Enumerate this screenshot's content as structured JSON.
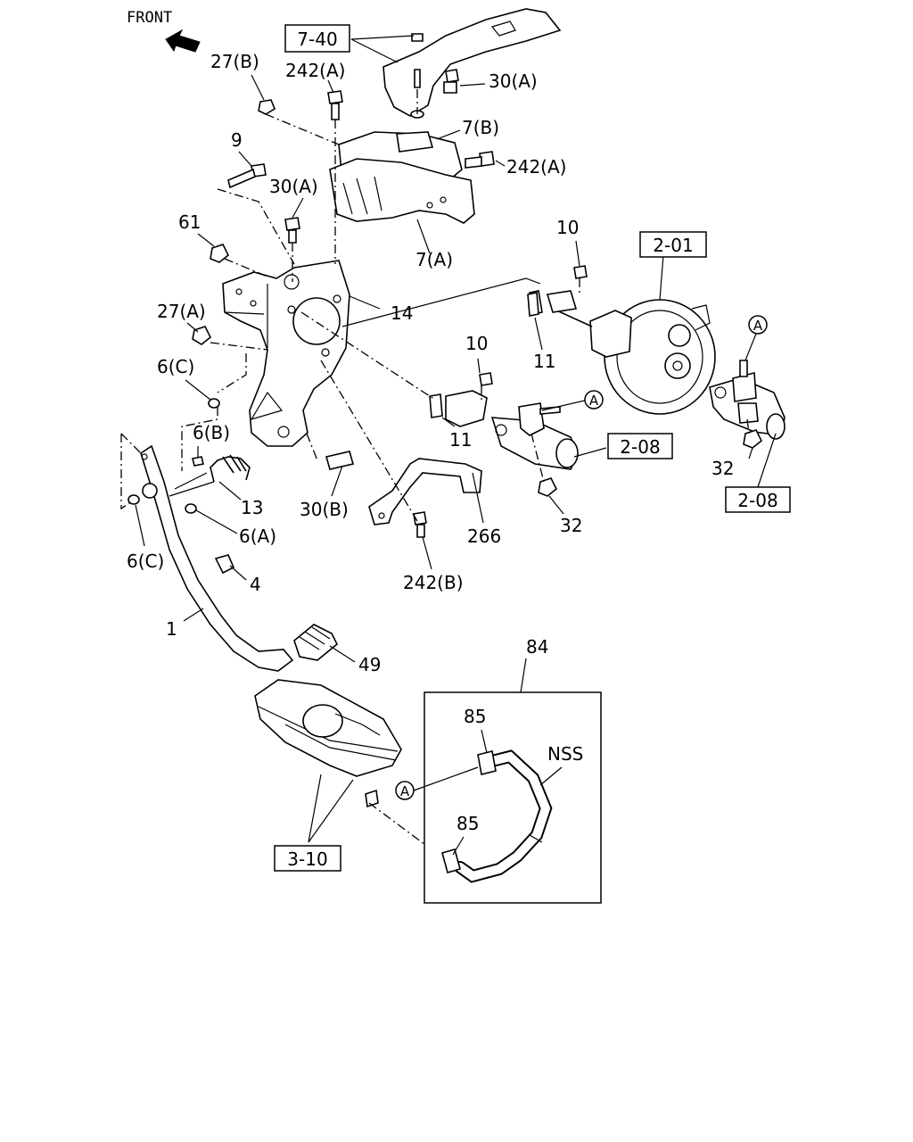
{
  "front_label": "FRONT",
  "ref_boxes": {
    "r740": "7-40",
    "r201": "2-01",
    "r208a": "2-08",
    "r208b": "2-08",
    "r310": "3-10"
  },
  "callouts": {
    "c27b": "27(B)",
    "c242a_top": "242(A)",
    "c30a_top": "30(A)",
    "c7b": "7(B)",
    "c242a_mid": "242(A)",
    "c9": "9",
    "c30a_mid": "30(A)",
    "c61": "61",
    "c7a": "7(A)",
    "c10_top": "10",
    "c14": "14",
    "c27a": "27(A)",
    "c11_top": "11",
    "c10_mid": "10",
    "c6c_top": "6(C)",
    "c11_mid": "11",
    "c6b": "6(B)",
    "c13": "13",
    "c30b": "30(B)",
    "c6a": "6(A)",
    "c266": "266",
    "c32_mid": "32",
    "c32_right": "32",
    "c6c_bot": "6(C)",
    "c4": "4",
    "c242b": "242(B)",
    "c1": "1",
    "c49": "49",
    "c84": "84",
    "c85_top": "85",
    "cNSS": "NSS",
    "c85_bot": "85"
  },
  "connector_marks": {
    "a_booster": "A",
    "a_master": "A",
    "a_hose": "A"
  }
}
